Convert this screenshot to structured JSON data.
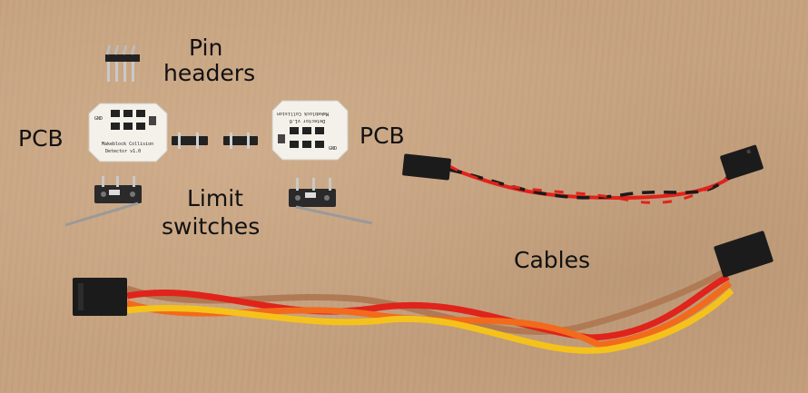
{
  "labels": {
    "pin_headers_line1": "Pin",
    "pin_headers_line2": "headers",
    "pcb_left": "PCB",
    "pcb_right": "PCB",
    "limit_switches_line1": "Limit",
    "limit_switches_line2": "switches",
    "cables": "Cables"
  },
  "pcb_silkscreen": {
    "gnd": "GND",
    "line1": "Makeblock Collision",
    "line2": "Detector v1.0"
  },
  "colors": {
    "cardboard": "#c6a27f",
    "pcb": "#f4f1ea",
    "connector": "#1b1b1b",
    "wire_red": "#e0231b",
    "wire_black": "#1a1a1a",
    "wire_orange": "#f26a1c",
    "wire_yellow": "#f5c21b",
    "wire_brown": "#b07a55"
  }
}
